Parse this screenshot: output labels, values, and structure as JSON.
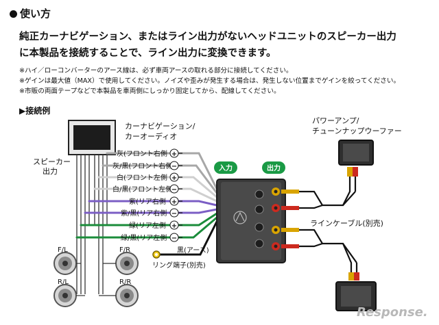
{
  "heading": "使い方",
  "lead": [
    "純正カーナビゲーション、またはライン出力がないヘッドユニットのスピーカー出力",
    "に本製品を接続することで、ライン出力に変換できます。"
  ],
  "notes": [
    "※ハイ／ローコンバーターのアース線は、必ず車両アースの取れる部分に接続してください。",
    "※ゲインは最大値（MAX）で使用してください。ノイズや歪みが発生する場合は、発生しない位置までゲインを絞ってください。",
    "※市販の両面テープなどで本製品を車両側にしっかり固定してから、配線してください。"
  ],
  "section_title": "▶接続例",
  "head_unit_label": [
    "カーナビゲーション/",
    "カーオーディオ"
  ],
  "speaker_label": [
    "スピーカー",
    "出力"
  ],
  "speakers": [
    "F/L",
    "F/R",
    "R/L",
    "R/R"
  ],
  "wires": [
    {
      "label": "灰(フロント右側",
      "sign": "+",
      "color": "#a7a7a7"
    },
    {
      "label": "灰/黒(フロント右側",
      "sign": "−",
      "color": "#a7a7a7"
    },
    {
      "label": "白(フロント左側",
      "sign": "+",
      "color": "#d8d8d8"
    },
    {
      "label": "白/黒(フロント左側",
      "sign": "−",
      "color": "#d8d8d8"
    },
    {
      "label": "紫(リア右側",
      "sign": "+",
      "color": "#7b5ec4"
    },
    {
      "label": "紫/黒(リア右側",
      "sign": "−",
      "color": "#7b5ec4"
    },
    {
      "label": "緑(リア左側",
      "sign": "+",
      "color": "#1a8c3a"
    },
    {
      "label": "緑/黒(リア左側",
      "sign": "−",
      "color": "#1a8c3a"
    },
    {
      "label": "黒(アース)",
      "sign": "",
      "color": "#111111"
    }
  ],
  "ring_terminal_label": "リング端子(別売)",
  "badges": {
    "input": "入力",
    "output": "出力"
  },
  "amp_label": [
    "パワーアンプ/",
    "チューンナップウーファー"
  ],
  "cable_label": "ラインケーブル(別売)",
  "watermark": "Response.",
  "colors": {
    "badge_green": "#1a9a45",
    "device": "#3a3a3a",
    "rca_gold": "#d9a400",
    "rca_red": "#cc2a1f"
  }
}
